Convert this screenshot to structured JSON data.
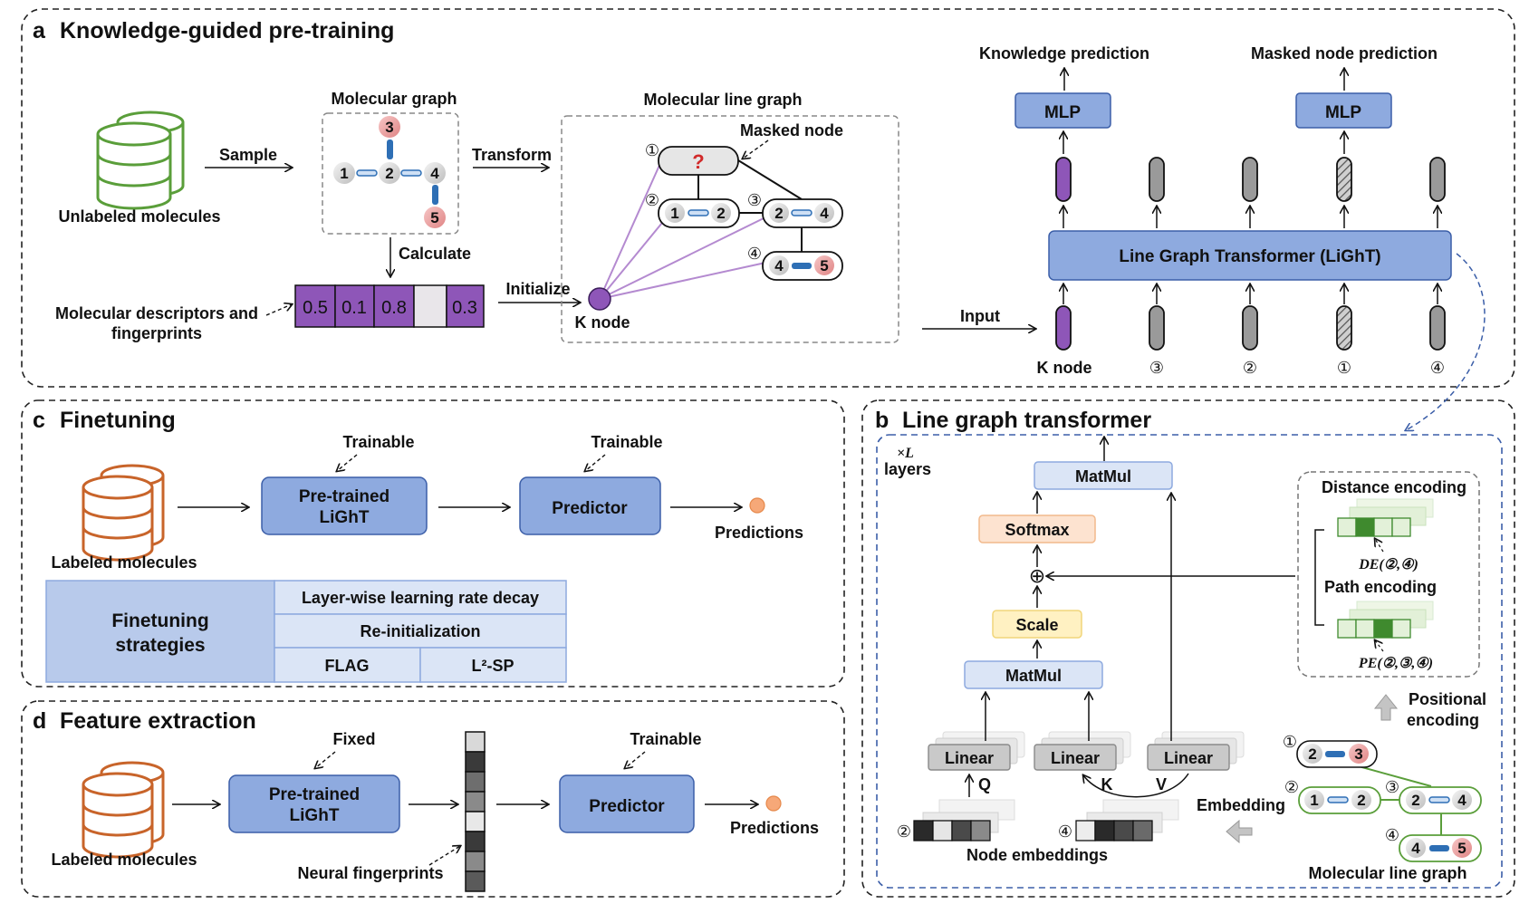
{
  "panels": {
    "a_letter": "a",
    "a_title": "Knowledge-guided pre-training",
    "b_letter": "b",
    "b_title": "Line graph transformer",
    "c_letter": "c",
    "c_title": "Finetuning",
    "d_letter": "d",
    "d_title": "Feature extraction"
  },
  "panel_a": {
    "unlabeled_molecules": "Unlabeled molecules",
    "sample": "Sample",
    "molecular_graph": "Molecular graph",
    "transform": "Transform",
    "calculate": "Calculate",
    "descriptors_line1": "Molecular descriptors and",
    "descriptors_line2": "fingerprints",
    "descriptor_values": [
      "0.5",
      "0.1",
      "0.8",
      "",
      "0.3"
    ],
    "initialize": "Initialize",
    "line_graph_title": "Molecular line graph",
    "masked_node": "Masked node",
    "question_mark": "?",
    "k_node": "K node",
    "input": "Input",
    "knowledge_prediction": "Knowledge prediction",
    "masked_node_prediction": "Masked node prediction",
    "mlp": "MLP",
    "light": "Line Graph Transformer (LiGhT)",
    "token_labels": [
      "K node",
      "③",
      "②",
      "①",
      "④"
    ],
    "atom_labels": [
      "1",
      "2",
      "3",
      "4",
      "5"
    ],
    "circled": [
      "①",
      "②",
      "③",
      "④"
    ]
  },
  "panel_b": {
    "layers_mult": "×L",
    "layers": "layers",
    "matmul": "MatMul",
    "softmax": "Softmax",
    "scale": "Scale",
    "plus": "⊕",
    "linear": "Linear",
    "q": "Q",
    "k": "K",
    "v": "V",
    "node_embeddings": "Node embeddings",
    "embedding": "Embedding",
    "distance_encoding": "Distance encoding",
    "path_encoding": "Path encoding",
    "de_formula": "DE(②,④)",
    "pe_formula": "PE(②,③,④)",
    "positional_line1": "Positional",
    "positional_line2": "encoding",
    "molecular_line_graph": "Molecular line graph",
    "emb_idx_1": "②",
    "emb_idx_2": "④"
  },
  "panel_c": {
    "labeled_molecules": "Labeled molecules",
    "trainable": "Trainable",
    "pretrained_line1": "Pre-trained",
    "pretrained_line2": "LiGhT",
    "predictor": "Predictor",
    "predictions": "Predictions",
    "strategies_line1": "Finetuning",
    "strategies_line2": "strategies",
    "strategy_1": "Layer-wise learning rate decay",
    "strategy_2": "Re-initialization",
    "strategy_3": "FLAG",
    "strategy_4": "L²-SP"
  },
  "panel_d": {
    "labeled_molecules": "Labeled molecules",
    "fixed": "Fixed",
    "trainable": "Trainable",
    "pretrained_line1": "Pre-trained",
    "pretrained_line2": "LiGhT",
    "predictor": "Predictor",
    "predictions": "Predictions",
    "neural_fingerprints": "Neural fingerprints"
  },
  "colors": {
    "mol_green": "#5a9e3a",
    "mol_orange": "#c8642a",
    "box_blue": "#8eaadf",
    "box_blue_stroke": "#3b5ea8",
    "k_node_purple": "#8e56b8",
    "token_gray": "#9a9a9a",
    "atom_pink": "#e89a9a",
    "bond_blue": "#2e6fb5",
    "softmax_fill": "#fde3d0",
    "scale_fill": "#fff1c2",
    "matmul_fill": "#dbe5f6",
    "encoding_green": "#3f8a2e",
    "table_blue": "#b8caeb",
    "strategy_blue": "#dbe5f6"
  },
  "icons": [
    "database-icon",
    "molecule-graph-icon",
    "arrow-icon",
    "gray-up-arrow-icon",
    "gray-left-arrow-icon"
  ]
}
